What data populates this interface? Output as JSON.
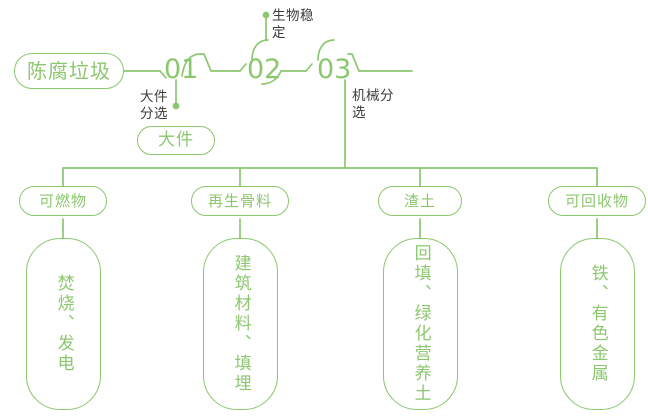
{
  "theme": {
    "line_color": "#8CC76F",
    "text_green": "#8CC76F",
    "text_dark": "#3b3b3b",
    "background": "#ffffff"
  },
  "diagram": {
    "type": "process-flow",
    "source": {
      "label": "陈腐垃圾"
    },
    "stages": [
      {
        "number": "01",
        "label": "大件分选",
        "output": "大件"
      },
      {
        "number": "02",
        "label": "生物稳定",
        "output": ""
      },
      {
        "number": "03",
        "label": "机械分选",
        "output": ""
      }
    ],
    "outputs": [
      {
        "category": "可燃物",
        "detail": "焚烧、发电"
      },
      {
        "category": "再生骨料",
        "detail": "建筑材料、填埋"
      },
      {
        "category": "渣土",
        "detail": "回填、绿化营养土"
      },
      {
        "category": "可回收物",
        "detail": "铁、有色金属"
      }
    ]
  }
}
